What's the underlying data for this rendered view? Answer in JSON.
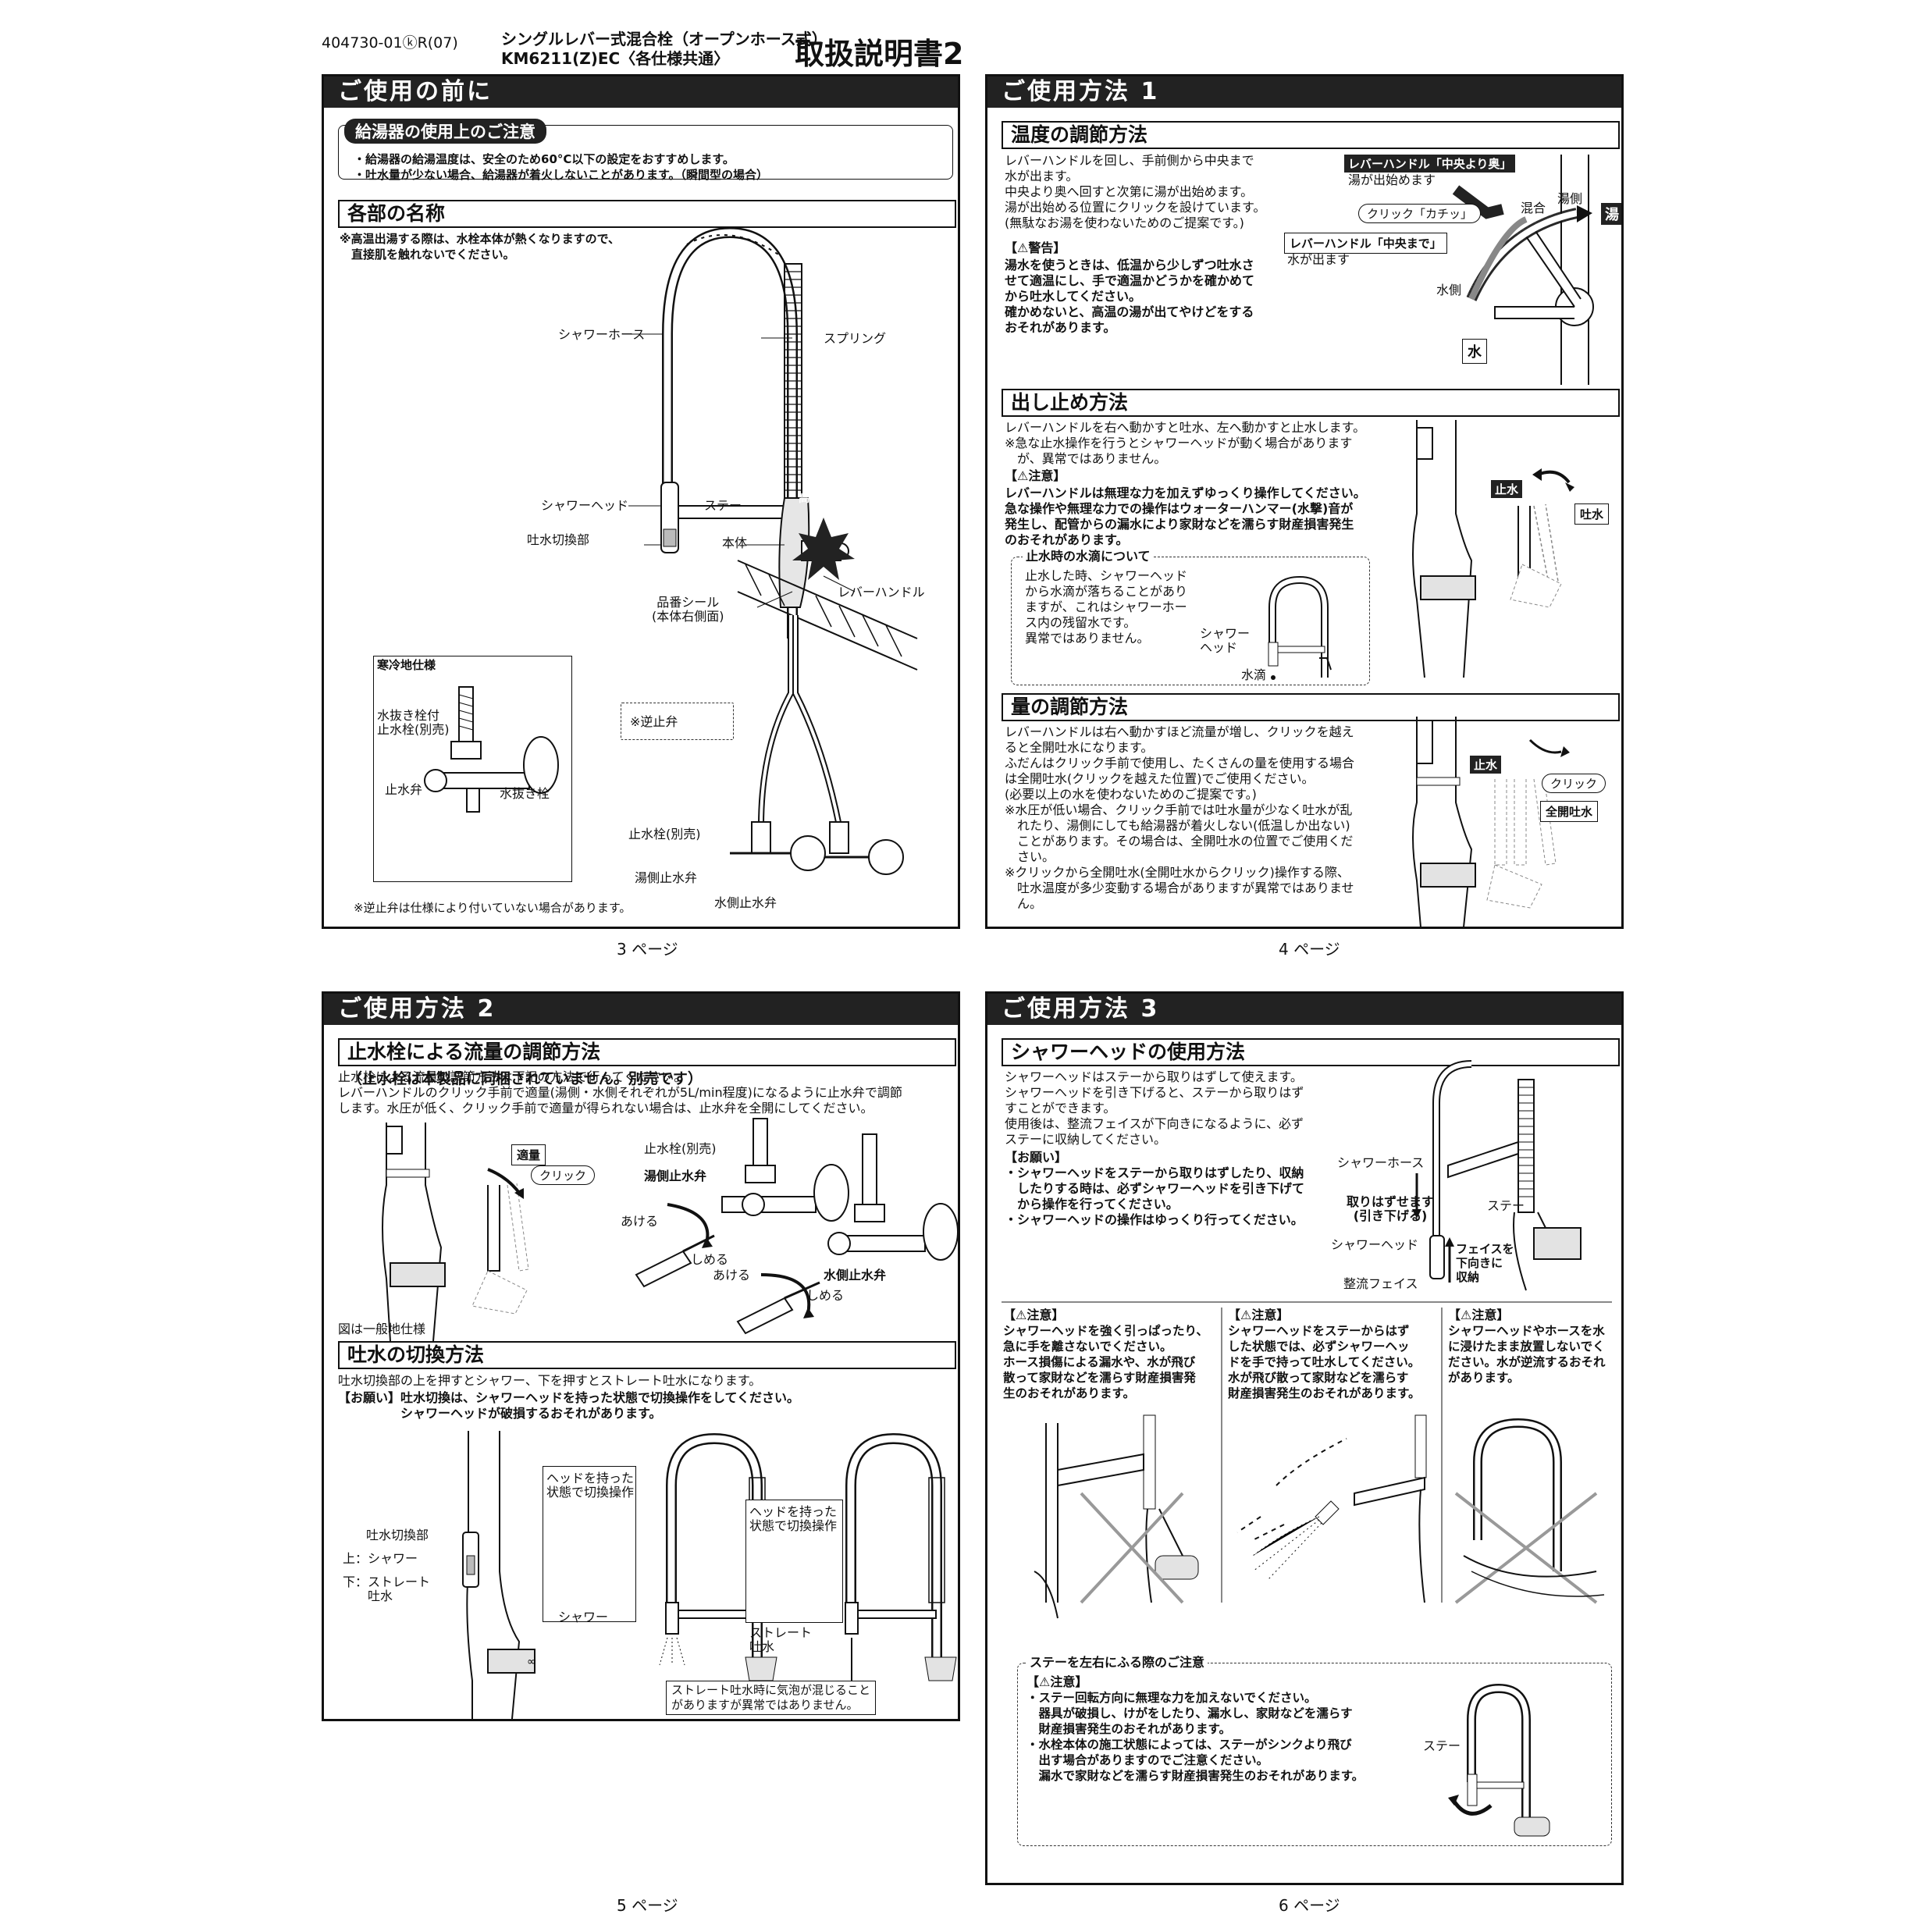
{
  "header": {
    "code": "404730-01ⓚR(07)",
    "product_line1": "シングルレバー式混合栓（オープンホース式）",
    "product_line2": "KM6211(Z)EC〈各仕様共通〉",
    "manual_title": "取扱説明書2"
  },
  "p3": {
    "bar": "ご使用の前に",
    "heater_title": "給湯器の使用上のご注意",
    "heater_text": "・給湯器の給湯温度は、安全のため60°C以下の設定をおすすめします。\n・吐水量が少ない場合、給湯器が着火しないことがあります。（瞬間型の場合）",
    "parts_title": "各部の名称",
    "parts_note": "※高温出湯する際は、水栓本体が熱くなりますので、\n　直接肌を触れないでください。",
    "labels": {
      "hose": "シャワーホース",
      "spring": "スプリング",
      "head": "シャワーヘッド",
      "stay": "ステー",
      "switch": "吐水切換部",
      "body": "本体",
      "hot": "高温注意",
      "seal": "品番シール\n(本体右側面)",
      "lever": "レバーハンドル",
      "check": "※逆止弁",
      "stopcock": "止水栓(別売)",
      "hot_valve": "湯側止水弁",
      "cold_valve": "水側止水弁"
    },
    "cold_title": "寒冷地仕様",
    "cold_labels": {
      "drain_cock": "水抜き栓付\n止水栓(別売)",
      "stop_valve": "止水弁",
      "drain": "水抜き栓"
    },
    "footnote": "※逆止弁は仕様により付いていない場合があります。",
    "page": "3 ページ"
  },
  "p4": {
    "bar": "ご使用方法 1",
    "temp_title": "温度の調節方法",
    "temp_text": "レバーハンドルを回し、手前側から中央まで\n水が出ます。\n中央より奥へ回すと次第に湯が出始めます。\n湯が出始める位置にクリックを設けています。\n(無駄なお湯を使わないためのご提案です。)",
    "warning_head": "【⚠警告】",
    "warning_text": "湯水を使うときは、低温から少しずつ吐水さ\nせて適温にし、手で適温かどうかを確かめて\nから吐水してください。\n確かめないと、高温の湯が出てやけどをする\nおそれがあります。",
    "lever_back": "レバーハンドル「中央より奥」",
    "lever_back_sub": "湯が出始めます",
    "click": "クリック「カチッ」",
    "lever_center": "レバーハンドル「中央まで」",
    "lever_center_sub": "水が出ます",
    "mix": "混合",
    "hot_side": "湯側",
    "hot": "湯",
    "cold_side": "水側",
    "cold": "水",
    "onoff_title": "出し止め方法",
    "onoff_text": "レバーハンドルを右へ動かすと吐水、左へ動かすと止水します。\n※急な止水操作を行うとシャワーヘッドが動く場合があります\n　が、異常ではありません。",
    "caution_head": "【⚠注意】",
    "caution_text": "レバーハンドルは無理な力を加えずゆっくり操作してください。\n急な操作や無理な力での操作はウォーターハンマー(水撃)音が\n発生し、配管からの漏水により家財などを濡らす財産損害発生\nのおそれがあります。",
    "drip_title": "止水時の水滴について",
    "drip_text": "止水した時、シャワーヘッド\nから水滴が落ちることがあり\nますが、これはシャワーホー\nス内の残留水です。\n異常ではありません。",
    "drip_head": "シャワー\nヘッド",
    "drip_drop": "水滴",
    "stop": "止水",
    "spout": "吐水",
    "flow_title": "量の調節方法",
    "flow_text": "レバーハンドルは右へ動かすほど流量が増し、クリックを越え\nると全開吐水になります。\nふだんはクリック手前で使用し、たくさんの量を使用する場合\nは全開吐水(クリックを越えた位置)でご使用ください。\n(必要以上の水を使わないためのご提案です。)\n※水圧が低い場合、クリック手前では吐水量が少なく吐水が乱\n　れたり、湯側にしても給湯器が着火しない(低温しか出ない)\n　ことがあります。その場合は、全開吐水の位置でご使用くだ\n　さい。\n※クリックから全開吐水(全開吐水からクリック)操作する際、\n　吐水温度が多少変動する場合がありますが異常ではありませ\n　ん。",
    "flow_stop": "止水",
    "flow_click": "クリック",
    "flow_full": "全開吐水",
    "page": "4 ページ"
  },
  "p5": {
    "bar": "ご使用方法 2",
    "stop_title": "止水栓による流量の調節方法",
    "stop_title_note": "（止水栓は本製品に同梱されていません。別売です）",
    "stop_text": "止水栓による流量の調節方法は下記の方法で行ってください。\nレバーハンドルのクリック手前で適量(湯側・水側それぞれが5L/min程度)になるように止水弁で調節\nします。水圧が低く、クリック手前で適量が得られない場合は、止水弁を全開にしてください。",
    "adequate": "適量",
    "click": "クリック",
    "stopcock": "止水栓(別売)",
    "hot_valve": "湯側止水弁",
    "open": "あける",
    "close": "しめる",
    "cold_valve": "水側止水弁",
    "open2": "あける",
    "close2": "しめる",
    "general": "図は一般地仕様",
    "switch_title": "吐水の切換方法",
    "switch_text": "吐水切換部の上を押すとシャワー、下を押すとストレート吐水になります。",
    "request_text": "【お願い】吐水切換は、シャワーヘッドを持った状態で切換操作をしてください。\n　　　　　シャワーヘッドが破損するおそれがあります。",
    "sw_label": "吐水切換部",
    "sw_up": "上：シャワー",
    "sw_down": "下：ストレート\n　　吐水",
    "hold1": "ヘッドを持った\n状態で切換操作",
    "hold2": "ヘッドを持った\n状態で切換操作",
    "shower": "シャワー",
    "straight": "ストレート\n吐水",
    "bubble": "ストレート吐水時に気泡が混じること\nがありますが異常ではありません。",
    "page": "5 ページ"
  },
  "p6": {
    "bar": "ご使用方法 3",
    "head_title": "シャワーヘッドの使用方法",
    "head_text": "シャワーヘッドはステーから取りはずして使えます。\nシャワーヘッドを引き下げると、ステーから取りはず\nすことができます。\n使用後は、整流フェイスが下向きになるように、必ず\nステーに収納してください。",
    "request_head": "【お願い】",
    "request_text": "・シャワーヘッドをステーから取りはずしたり、収納\n　したりする時は、必ずシャワーヘッドを引き下げて\n　から操作を行ってください。\n・シャワーヘッドの操作はゆっくり行ってください。",
    "labels": {
      "hose": "シャワーホース",
      "stay": "ステー",
      "remove": "取りはずせます\n(引き下げる)",
      "head": "シャワーヘッド",
      "face": "整流フェイス",
      "face_down": "フェイスを\n下向きに\n収納"
    },
    "c1_head": "【⚠注意】",
    "c1_text": "シャワーヘッドを強く引っぱったり、\n急に手を離さないでください。\nホース損傷による漏水や、水が飛び\n散って家財などを濡らす財産損害発\n生のおそれがあります。",
    "c2_head": "【⚠注意】",
    "c2_text": "シャワーヘッドをステーからはず\nした状態では、必ずシャワーヘッ\nドを手で持って吐水してください。\n水が飛び散って家財などを濡らす\n財産損害発生のおそれがあります。",
    "c3_head": "【⚠注意】",
    "c3_text": "シャワーヘッドやホースを水\nに浸けたまま放置しないでく\nださい。水が逆流するおそれ\nがあります。",
    "stay_title": "ステーを左右にふる際のご注意",
    "stay_caution": "【⚠注意】",
    "stay_text": "・ステー回転方向に無理な力を加えないでください。\n　器具が破損し、けがをしたり、漏水し、家財などを濡らす\n　財産損害発生のおそれがあります。\n・水栓本体の施工状態によっては、ステーがシンクより飛び\n　出す場合がありますのでご注意ください。\n　漏水で家財などを濡らす財産損害発生のおそれがあります。",
    "stay_label": "ステー",
    "page": "6 ページ"
  }
}
